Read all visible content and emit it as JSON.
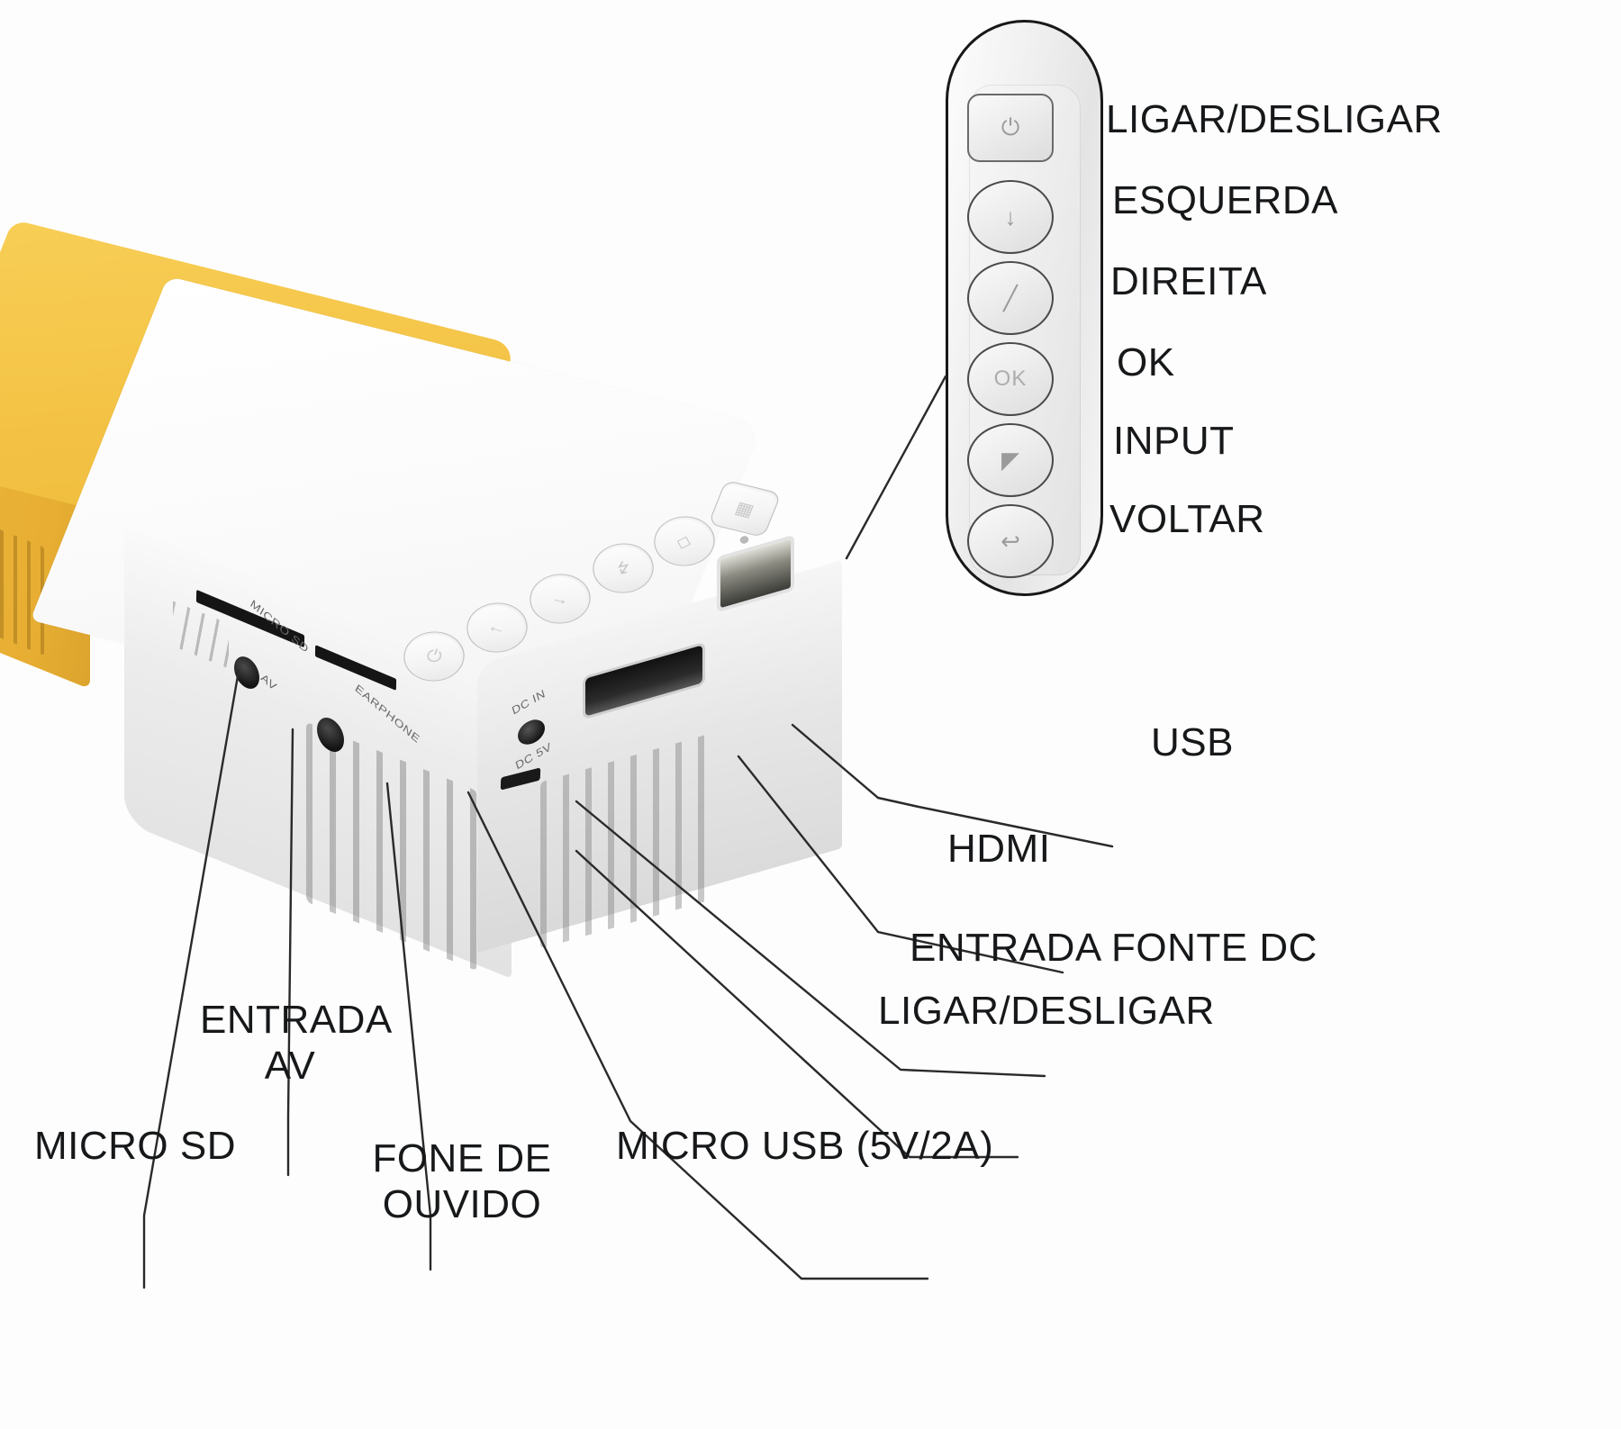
{
  "diagram": {
    "title": "Mini projector port and remote control callout diagram",
    "background_color": "#fdfdfd",
    "text_color": "#16181a",
    "leader_line_color": "#2a2a2a",
    "device_colors": {
      "shell_yellow": "#f3c244",
      "shell_white": "#f4f4f4",
      "port_dark": "#151515"
    }
  },
  "remote": {
    "name": "remote-control",
    "buttons": [
      {
        "key": "power",
        "icon": "power-icon",
        "glyph": "⏻",
        "label": "LIGAR/DESLIGAR"
      },
      {
        "key": "left",
        "icon": "arrow-left-icon",
        "glyph": "↓",
        "label": "ESQUERDA"
      },
      {
        "key": "right",
        "icon": "arrow-right-icon",
        "glyph": "╱",
        "label": "DIREITA"
      },
      {
        "key": "ok",
        "icon": "ok-icon",
        "glyph": "OK",
        "label": "OK"
      },
      {
        "key": "input",
        "icon": "input-source-icon",
        "glyph": "◤",
        "label": "INPUT"
      },
      {
        "key": "back",
        "icon": "return-arrow-icon",
        "glyph": "↩",
        "label": "VOLTAR"
      }
    ]
  },
  "callouts": {
    "usb": "USB",
    "hdmi": "HDMI",
    "dc_in": "ENTRADA FONTE DC",
    "power_switch": "LIGAR/DESLIGAR",
    "micro_usb": "MICRO USB (5V/2A)",
    "micro_sd": "MICRO SD",
    "av_in": "ENTRADA\nAV",
    "headphone": "FONE DE\nOUVIDO"
  },
  "device_markings": {
    "sd_slot": "MICRO SD",
    "av_jack": "AV",
    "headphone_jack": "EARPHONE",
    "power_mark": "DC 5V",
    "dc_mark": "DC IN"
  }
}
